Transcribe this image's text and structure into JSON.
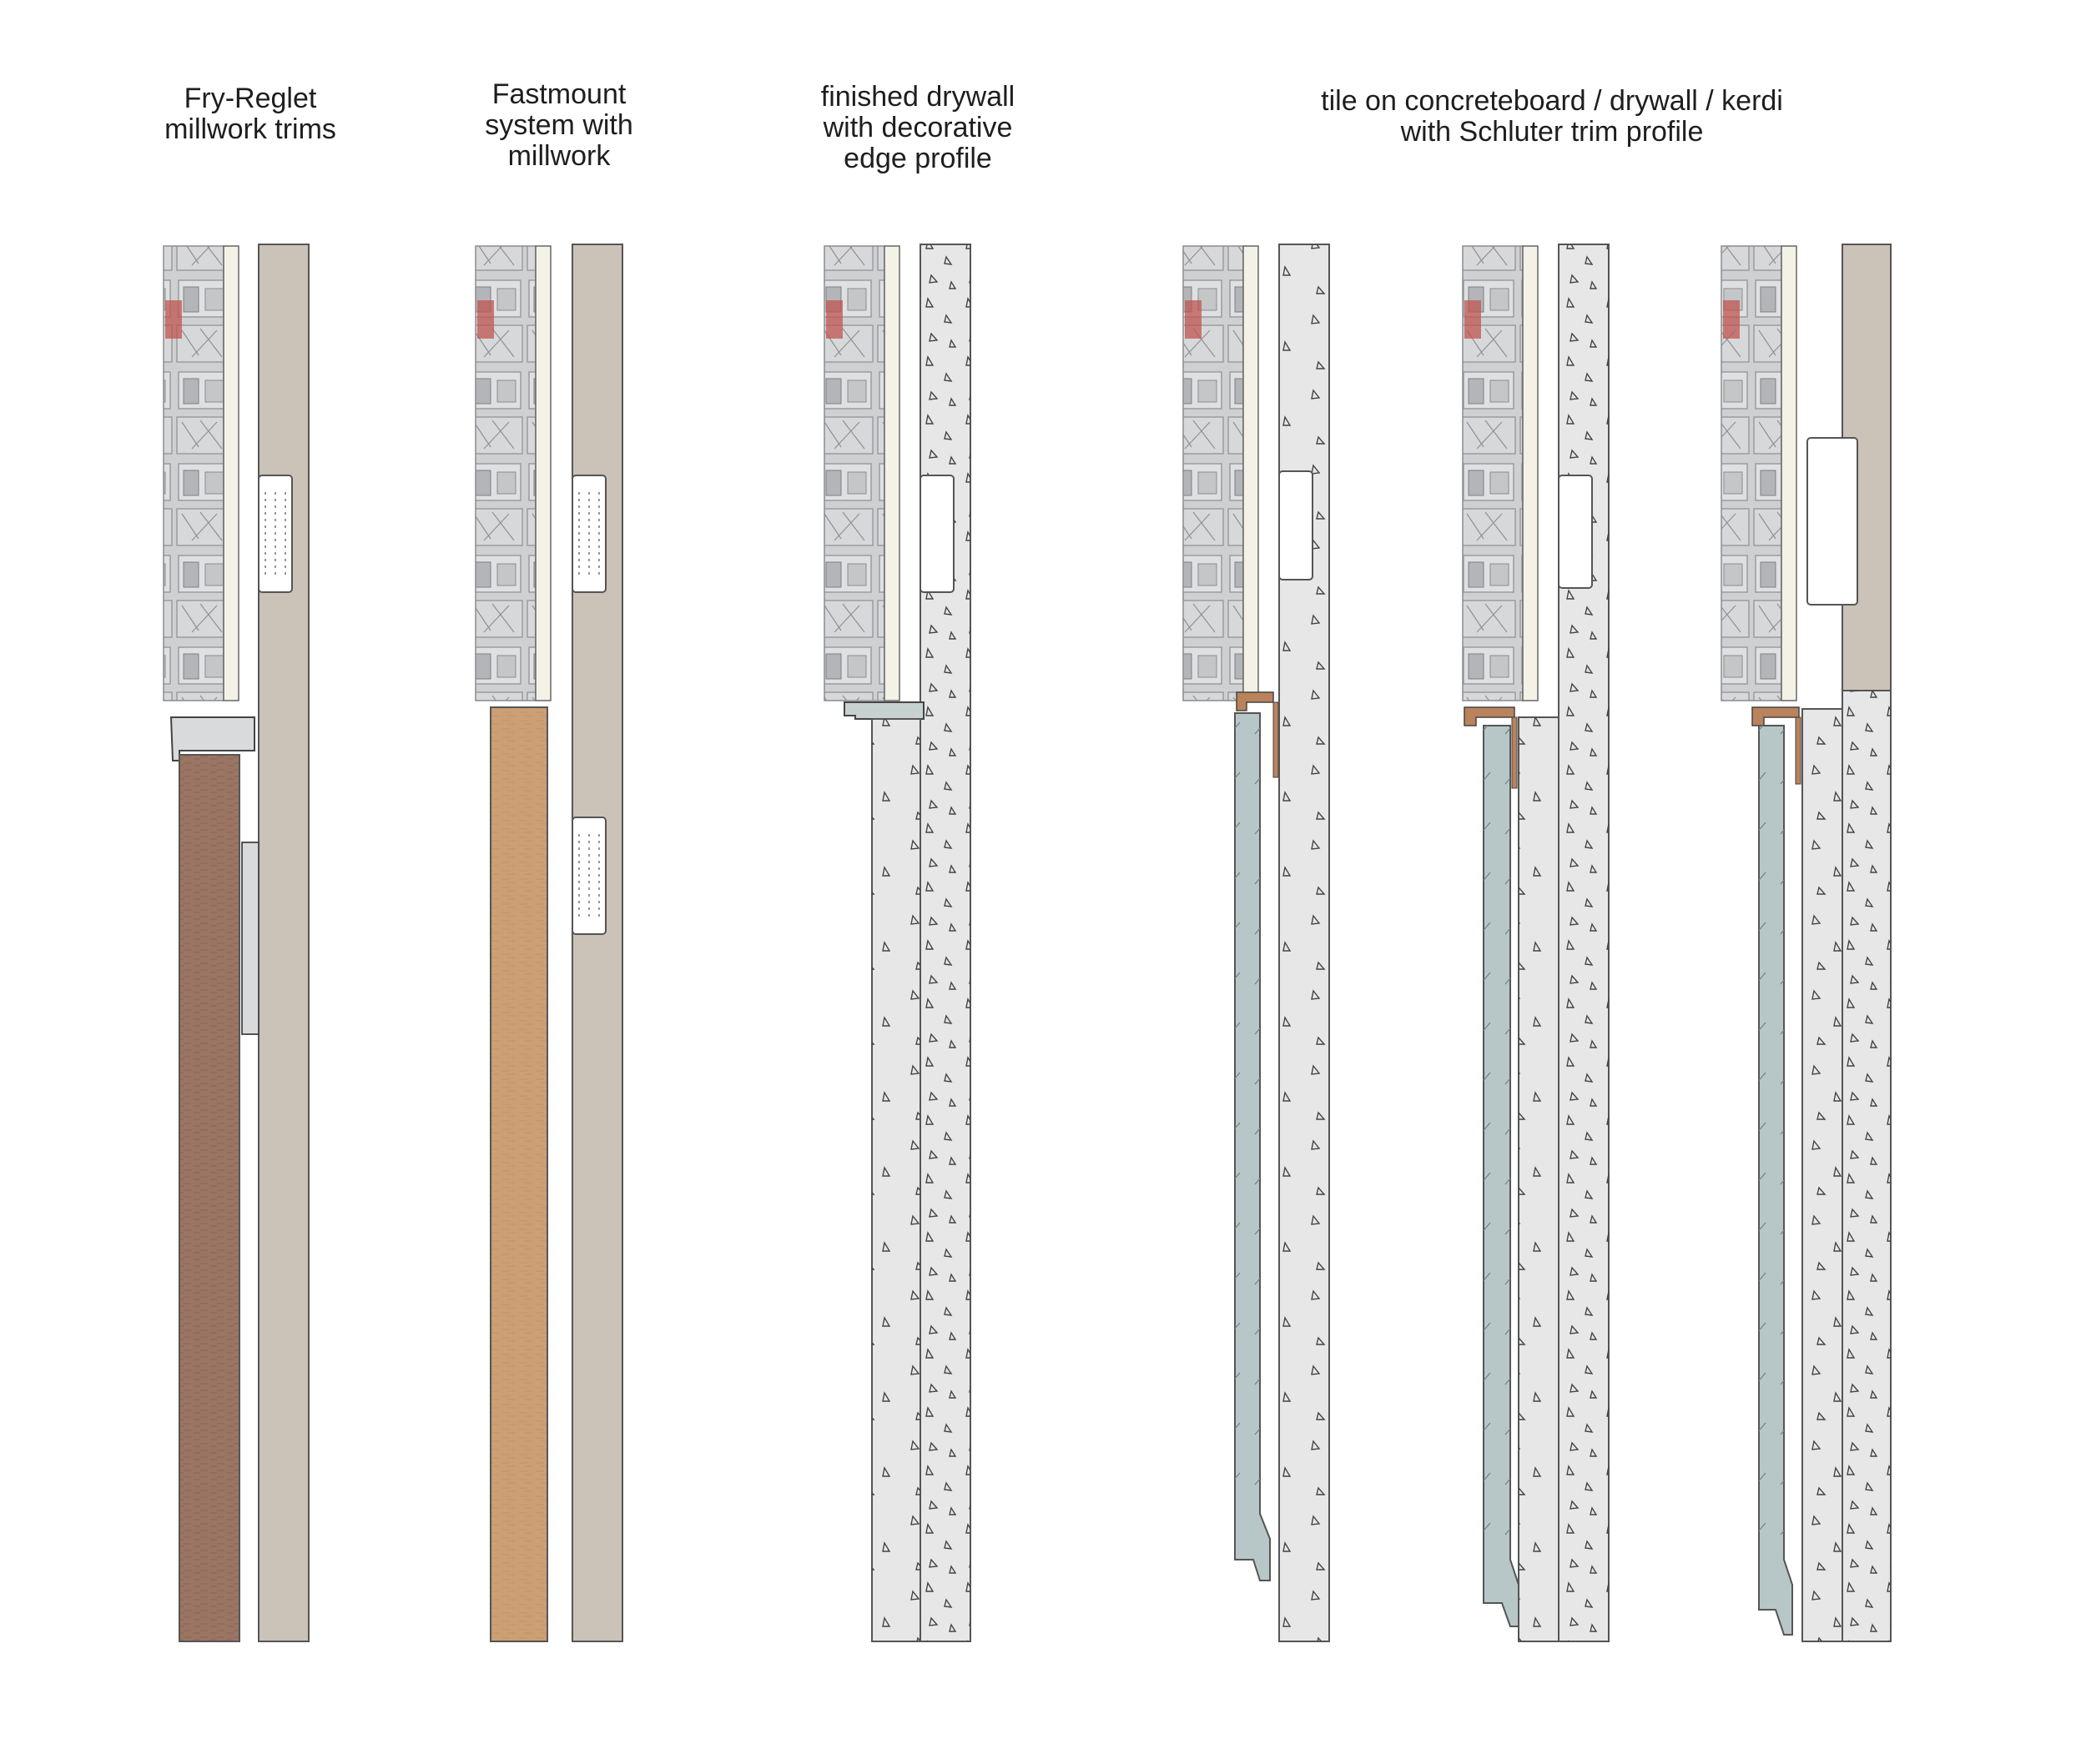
{
  "captions": [
    {
      "lines": [
        "Fry-Reglet",
        "millwork trims"
      ]
    },
    {
      "lines": [
        "Fastmount",
        "system with",
        "millwork"
      ]
    },
    {
      "lines": [
        "finished drywall",
        "with decorative",
        "edge profile"
      ]
    },
    {
      "lines": [
        "tile on concreteboard / drywall / kerdi",
        "with Schluter trim profile"
      ]
    }
  ],
  "colors": {
    "background": "#ffffff",
    "cmu_block": "#cfd0d2",
    "cmu_outline": "#8a8c8f",
    "cmu_red_mark": "#c0564f",
    "furring_cream": "#f4f1e6",
    "wall_greige": "#cbc2b8",
    "millwork_dark": "#9b7564",
    "millwork_light": "#cc9f74",
    "drywall": "#e6e7e6",
    "tile_teal": "#b7c7c7",
    "schluter_copper": "#b9835c",
    "outline": "#555555"
  }
}
